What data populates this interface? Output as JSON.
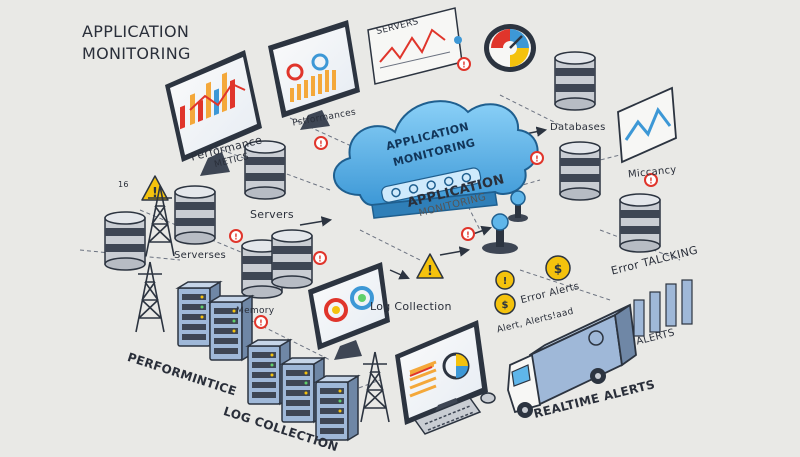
{
  "title_line1": "APPLICATION",
  "title_line2": "MONITORING",
  "cloud_line1": "APPLICATION",
  "cloud_line2": "MONITORING",
  "cloud_sub_line1": "APPLICATION",
  "cloud_sub_line2": "MONITORING",
  "labels": {
    "performance_metrics_1": "Performance",
    "performance_metrics_2": "METICS",
    "performances": "Pstformances",
    "servers_top": "SERVERS",
    "databases": "Databases",
    "miccancy": "Miccancy",
    "servers_mid": "Servers",
    "serverses": "Serverses",
    "memory": "Memory",
    "log_collection_mid": "Log Collection",
    "error_talcking": "Error TALCKING",
    "error_alerts_1": "Error Alerts",
    "error_alerts_2": "Alert, Alerts!aad",
    "alerts": "ALERTS",
    "performintice": "PERFORMINTICE",
    "log_collection_bottom": "LOG COLLECTION",
    "realtime_alerts": "REALTIME ALERTS",
    "small_marker": "16"
  },
  "colors": {
    "background": "#e9e9e6",
    "cloud": "#5fb6ea",
    "accent_red": "#e0352b",
    "warning_yellow": "#f4c20d",
    "server_dark": "#3e4654",
    "server_light": "#c9cdd3",
    "monitor_frame": "#2c3440",
    "rack_blue": "#9fb8d8"
  }
}
